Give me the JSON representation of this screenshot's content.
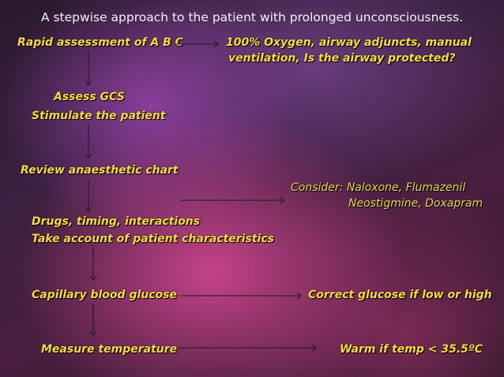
{
  "title": "A stepwise approach to the patient with prolonged unconsciousness.",
  "steps": {
    "abc": "Rapid assessment of A B C",
    "abc_action_1": "100% Oxygen, airway adjuncts, manual",
    "abc_action_2": "ventilation, Is the airway protected?",
    "gcs_1": "Assess GCS",
    "gcs_2": "Stimulate the patient",
    "chart": "Review anaesthetic chart",
    "consider_1": "Consider: Naloxone, Flumazenil",
    "consider_2": "Neostigmine, Doxapram",
    "drugs_1": "Drugs, timing, interactions",
    "drugs_2": "Take account of patient characteristics",
    "glucose": "Capillary blood glucose",
    "glucose_action": "Correct glucose if low or high",
    "temp": "Measure temperature",
    "temp_action": "Warm if temp < 35.5ºC"
  },
  "colors": {
    "text_yellow": "#f5d84a",
    "title_white": "#f2f2f2",
    "arrow": "#1a1a1a"
  }
}
